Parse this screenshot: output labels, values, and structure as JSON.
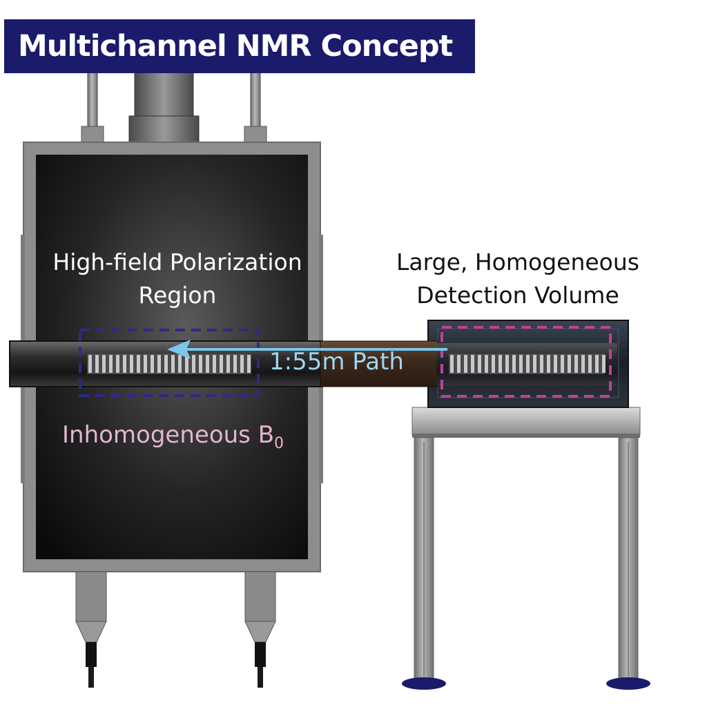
{
  "title": "Multichannel NMR Concept",
  "labels": {
    "polarization_line1": "High-field Polarization",
    "polarization_line2": "Region",
    "detection_line1": "Large, Homogeneous",
    "detection_line2": "Detection Volume",
    "path": "1:55m Path",
    "inhomogeneous_main": "Inhomogeneous B",
    "inhomogeneous_sub": "0"
  },
  "colors": {
    "title_bg": "#1b1b6b",
    "polarization_box": "#2b2b8a",
    "detection_box": "#c0409a",
    "arrow": "#7cc6ec",
    "inhomogeneous_text": "#e6b4d2",
    "path_text": "#9fd6f0"
  }
}
